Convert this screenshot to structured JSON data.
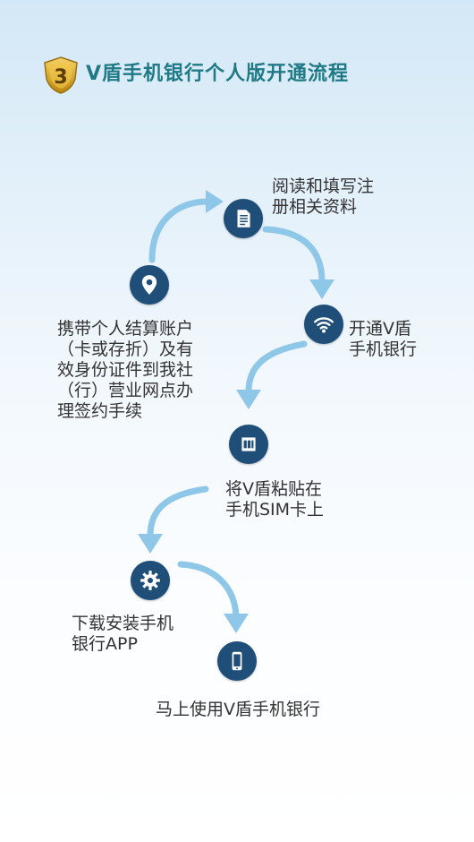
{
  "header": {
    "badge_number": "3",
    "title": "V盾手机银行个人版开通流程"
  },
  "steps": [
    {
      "icon": "location-pin-icon",
      "lines": [
        "携带个人结算账户",
        "（卡或存折）及有",
        "效身份证件到我社",
        "（行）营业网点办",
        "理签约手续"
      ]
    },
    {
      "icon": "document-icon",
      "lines": [
        "阅读和填写注",
        "册相关资料"
      ]
    },
    {
      "icon": "wifi-icon",
      "lines": [
        "开通V盾",
        "手机银行"
      ]
    },
    {
      "icon": "sim-card-icon",
      "lines": [
        "将V盾粘贴在",
        "手机SIM卡上"
      ]
    },
    {
      "icon": "gear-icon",
      "lines": [
        "下载安装手机",
        "银行APP"
      ]
    },
    {
      "icon": "mobile-phone-icon",
      "lines": [
        "马上使用V盾手机银行"
      ]
    }
  ],
  "colors": {
    "node": "#1f4e79",
    "arrow": "#8fc7e8",
    "title": "#1f7a85",
    "badge_gold": "#d9a520"
  }
}
